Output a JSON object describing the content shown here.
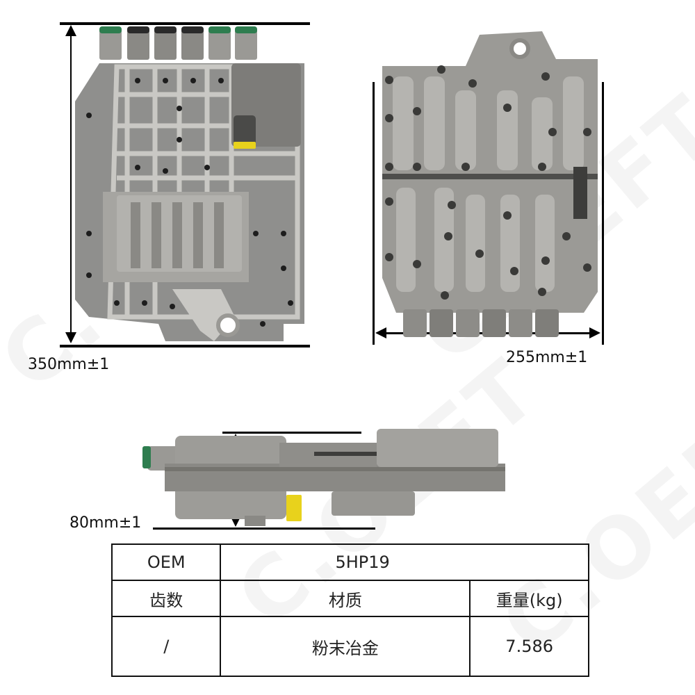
{
  "watermark": {
    "text": "C.OEFT"
  },
  "dimensions": {
    "height_label": "350mm±1",
    "width_label": "255mm±1",
    "thickness_label": "80mm±1"
  },
  "photos": {
    "front_view": {
      "label": "valve-body-front-view"
    },
    "back_view": {
      "label": "valve-body-back-view"
    },
    "side_view": {
      "label": "valve-body-side-view"
    }
  },
  "spec_table": {
    "row1": {
      "label": "OEM",
      "value": "5HP19"
    },
    "headers": [
      "齿数",
      "材质",
      "重量(kg)"
    ],
    "values": [
      "/",
      "粉末冶金",
      "7.586"
    ]
  },
  "colors": {
    "metal": "#8e8e8c",
    "metal_light": "#b8b7b3",
    "metal_dark": "#5d5d5b",
    "solenoid_green": "#2e7d4f",
    "solenoid_yellow": "#e8d21c",
    "line": "#000000"
  }
}
